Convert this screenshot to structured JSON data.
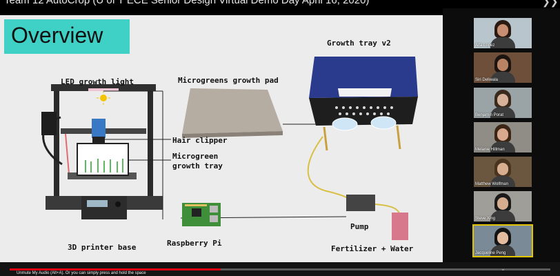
{
  "window": {
    "title": "Team 12 AutoCrop (U of T ECE Senior Design Virtual Demo Day April 16, 2020)"
  },
  "slide": {
    "heading": "Overview",
    "labels": {
      "led": "LED growth light",
      "pad": "Microgreens growth pad",
      "tray_v2": "Growth tray v2",
      "clipper": "Hair clipper",
      "microgreen_1": "Microgreen",
      "microgreen_2": "growth tray",
      "printer": "3D printer base",
      "pi": "Raspberry Pi",
      "pump": "Pump",
      "fertilizer": "Fertilizer + Water"
    }
  },
  "participants": [
    {
      "name": "Alfa Lopez",
      "bg": "#b9c5cc",
      "skin": "#c98f72",
      "hair": "#2a1a12"
    },
    {
      "name": "Siri Deliwala",
      "bg": "#6d4f3a",
      "skin": "#b98364",
      "hair": "#1c1410"
    },
    {
      "name": "Benjamin Porat",
      "bg": "#9aa3a6",
      "skin": "#d8b19a",
      "hair": "#3a2a1c"
    },
    {
      "name": "Melanie Hillman",
      "bg": "#8f8d86",
      "skin": "#d9a98d",
      "hair": "#3b2616"
    },
    {
      "name": "Matthew Wolfman",
      "bg": "#6b5740",
      "skin": "#d8ae90",
      "hair": "#4a3420"
    },
    {
      "name": "Steve Xing",
      "bg": "#a09e98",
      "skin": "#d6ad8f",
      "hair": "#1a1a1a"
    },
    {
      "name": "Jacqueline Peng",
      "bg": "#7a8a96",
      "skin": "#e4bca0",
      "hair": "#141414"
    }
  ],
  "controls": {
    "progress": 0.39,
    "hint": "Unmute My Audio (Alt+A). Or you can simply press and hold the space"
  }
}
